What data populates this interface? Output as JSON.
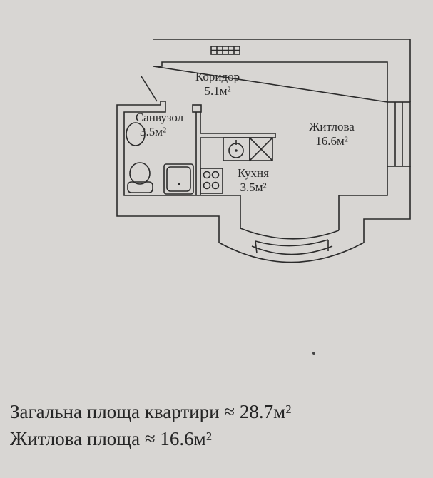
{
  "rooms": {
    "corridor": {
      "name": "Коридор",
      "area": "5.1м²"
    },
    "bathroom": {
      "name": "Санвузол",
      "area": "3.5м²"
    },
    "living": {
      "name": "Житлова",
      "area": "16.6м²"
    },
    "kitchen": {
      "name": "Кухня",
      "area": "3.5м²"
    }
  },
  "summary": {
    "total": "Загальна площа квартири ≈ 28.7м²",
    "living": "Житлова площа ≈ 16.6м²"
  }
}
